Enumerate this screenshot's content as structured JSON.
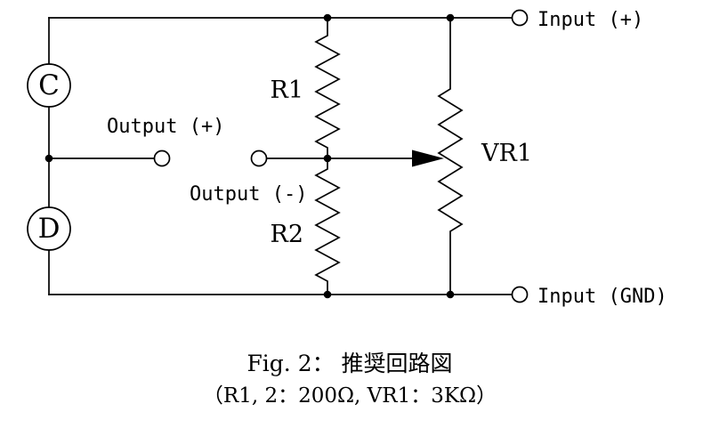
{
  "terminals": {
    "input_plus": "Input (+)",
    "input_gnd": "Input (GND)",
    "output_plus": "Output (+)",
    "output_minus": "Output (-)"
  },
  "components": {
    "r1": "R1",
    "r2": "R2",
    "vr1": "VR1",
    "node_c": "C",
    "node_d": "D"
  },
  "caption": {
    "line1": "Fig. 2： 推奨回路図",
    "line2": "（R1, 2：200Ω, VR1：3KΩ）"
  },
  "colors": {
    "stroke": "#000000",
    "background": "#ffffff"
  }
}
